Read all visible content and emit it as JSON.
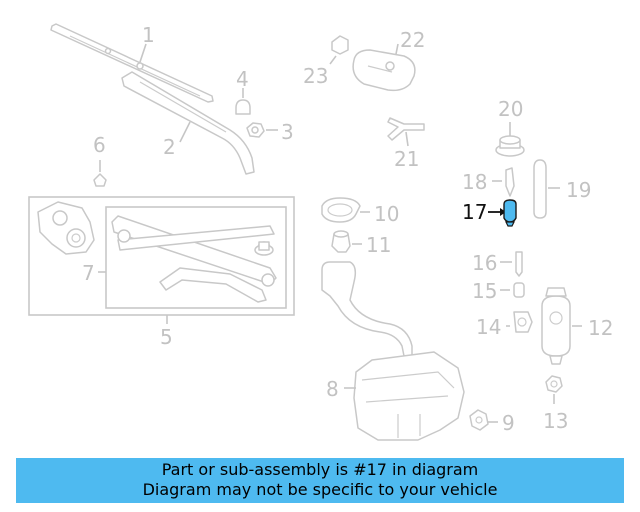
{
  "diagram": {
    "callouts": [
      "1",
      "2",
      "3",
      "4",
      "5",
      "6",
      "7",
      "8",
      "9",
      "10",
      "11",
      "12",
      "13",
      "14",
      "15",
      "16",
      "17",
      "18",
      "19",
      "20",
      "21",
      "22",
      "23"
    ],
    "highlighted": "17",
    "highlight_color": "#4ebaf0",
    "part_color": "#c8c8c8"
  },
  "banner": {
    "line1": "Part or sub-assembly is #17 in diagram",
    "line2": "Diagram may not be specific to your vehicle",
    "background": "#4ebaf0"
  }
}
